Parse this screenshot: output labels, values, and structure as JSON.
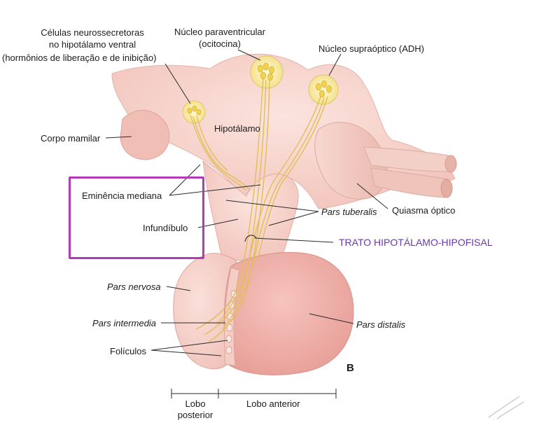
{
  "labels": {
    "neurosecretory_cells": [
      "Células neurossecretoras",
      "no hipotálamo ventral",
      "(hormônios de liberação e de inibição)"
    ],
    "paraventricular": [
      "Núcleo paraventricular",
      "(ocitocina)"
    ],
    "supraoptic": "Núcleo supraóptico (ADH)",
    "hypothalamus": "Hipotálamo",
    "mammillary_body": "Corpo mamilar",
    "median_eminence": "Eminência mediana",
    "infundibulum": "Infundíbulo",
    "pars_tuberalis": "Pars tuberalis",
    "optic_chiasm": "Quiasma óptico",
    "tract": "TRATO HIPOTÁLAMO-HIPOFISAL",
    "pars_nervosa": "Pars nervosa",
    "pars_intermedia": "Pars intermedia",
    "pars_distalis": "Pars distalis",
    "follicles": "Folículos",
    "panel_letter": "B",
    "posterior_lobe": [
      "Lobo",
      "posterior"
    ],
    "anterior_lobe": "Lobo anterior"
  },
  "colors": {
    "tissue": "#f6cfc8",
    "tissue_dark": "#e9a9a0",
    "anterior": "#f2b2ac",
    "fiber": "#e2be58",
    "nucleus": "#f6ea9a",
    "highlight": "#b23ab4",
    "tract_text": "#6a3aa6"
  }
}
